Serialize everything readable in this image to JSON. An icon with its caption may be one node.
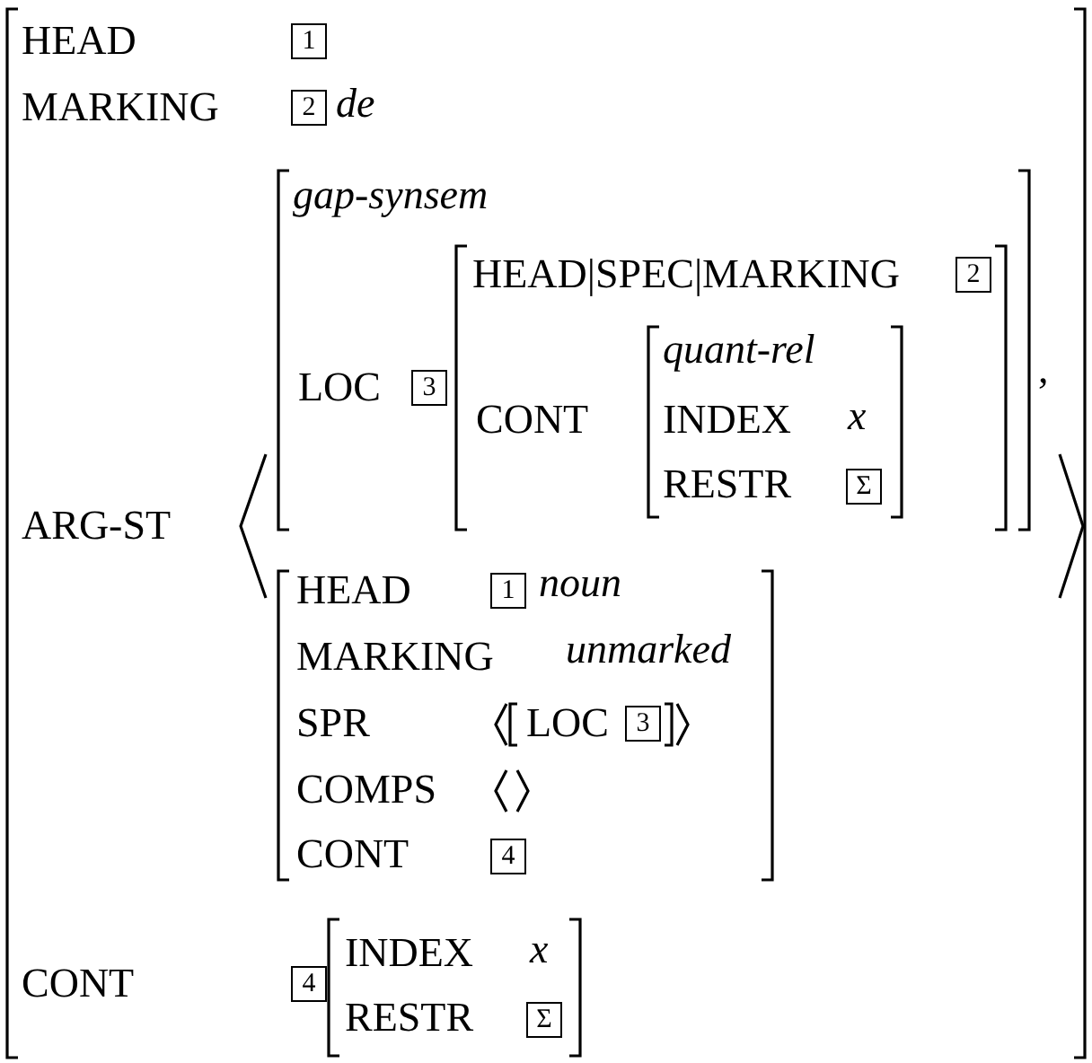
{
  "diagram": {
    "labels": [
      "HEAD",
      "1",
      "MARKING",
      "2",
      "de",
      "gap-synsem",
      "HEAD|SPEC|MARKING",
      "2",
      "LOC",
      "3",
      "CONT",
      "quant-rel",
      "INDEX",
      "x",
      "RESTR",
      "Σ",
      ",",
      "ARG-ST",
      "HEAD",
      "1",
      "noun",
      "MARKING",
      "unmarked",
      "SPR",
      "LOC",
      "3",
      "COMPS",
      "CONT",
      "4",
      "CONT",
      "4",
      "INDEX",
      "x",
      "RESTR",
      "Σ"
    ]
  }
}
